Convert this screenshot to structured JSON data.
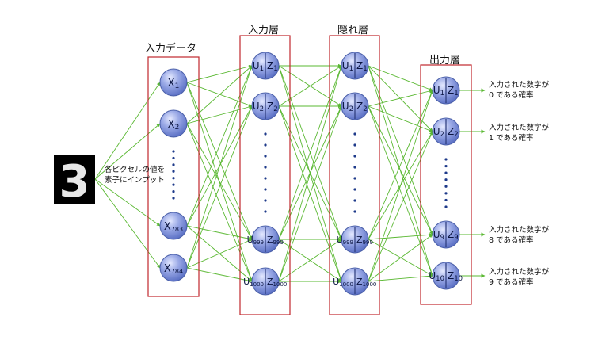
{
  "titles": {
    "input_data": "入力データ",
    "input_layer": "入力層",
    "hidden_layer": "隠れ層",
    "output_layer": "出力層"
  },
  "input_image": {
    "digit": "3"
  },
  "pixel_caption": [
    "各ピクセルの値を",
    "素子にインプット"
  ],
  "input_nodes": [
    {
      "main": "X",
      "sub": "1"
    },
    {
      "main": "X",
      "sub": "2"
    },
    {
      "main": "X",
      "sub": "783"
    },
    {
      "main": "X",
      "sub": "784"
    }
  ],
  "input_layer_nodes": [
    {
      "u": "1",
      "z": "1"
    },
    {
      "u": "2",
      "z": "2"
    },
    {
      "u": "999",
      "z": "999"
    },
    {
      "u": "1000",
      "z": "1000"
    }
  ],
  "hidden_layer_nodes": [
    {
      "u": "1",
      "z": "1"
    },
    {
      "u": "2",
      "z": "2"
    },
    {
      "u": "999",
      "z": "999"
    },
    {
      "u": "1000",
      "z": "1000"
    }
  ],
  "output_layer_nodes": [
    {
      "u": "1",
      "z": "1"
    },
    {
      "u": "2",
      "z": "2"
    },
    {
      "u": "9",
      "z": "9"
    },
    {
      "u": "10",
      "z": "10"
    }
  ],
  "output_captions": [
    [
      "入力された数字が",
      "0 である確率"
    ],
    [
      "入力された数字が",
      "1 である確率"
    ],
    [
      "入力された数字が",
      "8 である確率"
    ],
    [
      "入力された数字が",
      "9 である確率"
    ]
  ],
  "colors": {
    "edge": "#5ab832",
    "box": "#c0272d",
    "node_fill": "#7c8fd8",
    "node_stroke": "#4a5fa8",
    "divider": "#2b3a7a",
    "dots": "#1e3a8a"
  }
}
